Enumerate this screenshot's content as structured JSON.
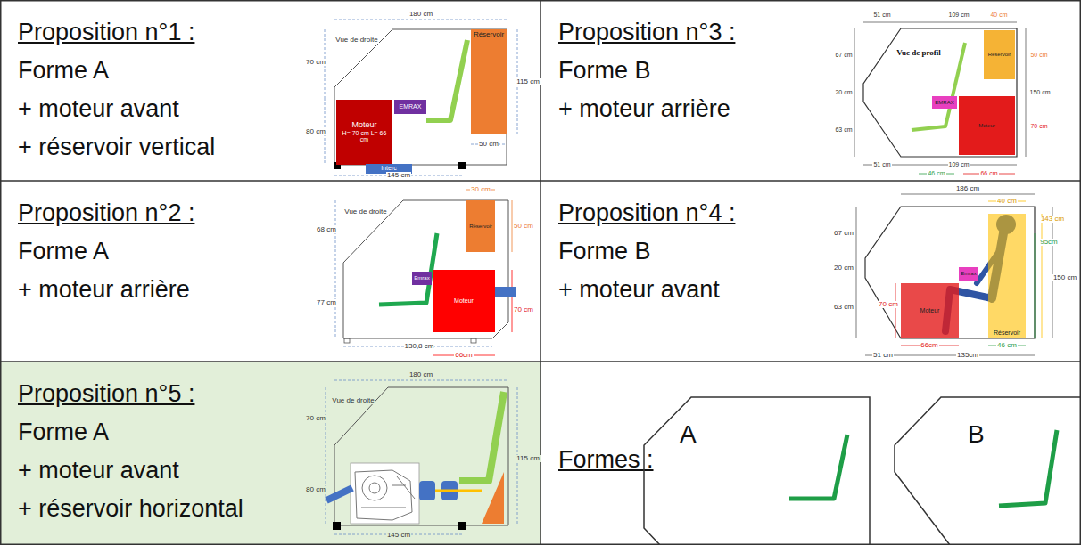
{
  "diagram": {
    "nodes": [
      {
        "text": [
          "Proposition n°1 :",
          "Forme A",
          "+ moteur avant",
          "+ réservoir vertical"
        ]
      },
      {
        "text": [
          "Réservoir"
        ],
        "in": 0
      },
      {
        "text": [
          "Moteur",
          "H= 70 cm L= 66 cm"
        ],
        "in": 0
      },
      {
        "text": [
          "EMRAX"
        ],
        "in": 0
      },
      {
        "text": [
          "Interc"
        ],
        "in": 0
      },
      {
        "text": [
          "Proposition n°3 :",
          "Forme B",
          "+ moteur arrière"
        ]
      },
      {
        "text": [
          "Réservoir"
        ],
        "in": 5
      },
      {
        "text": [
          "EMRAX"
        ],
        "in": 5
      },
      {
        "text": [
          "Moteur"
        ],
        "in": 5
      },
      {
        "text": [
          "Proposition n°2 :",
          "Forme A",
          "+ moteur arrière"
        ]
      },
      {
        "text": [
          "Réservoir"
        ],
        "in": 9
      },
      {
        "text": [
          "Emrax"
        ],
        "in": 9
      },
      {
        "text": [
          "Moteur"
        ],
        "in": 9
      },
      {
        "text": [
          "Proposition n°4 :",
          "Forme B",
          "+ moteur avant"
        ]
      },
      {
        "text": [
          "Réservoir"
        ],
        "in": 13
      },
      {
        "text": [
          "Emrax"
        ],
        "in": 13
      },
      {
        "text": [
          "Moteur"
        ],
        "in": 13
      },
      {
        "text": [
          "Proposition n°5 :",
          "Forme A",
          "+ moteur avant",
          "+ réservoir horizontal"
        ]
      },
      {
        "text": [
          "Formes :"
        ]
      },
      {
        "text": [
          "A"
        ],
        "in": 18
      },
      {
        "text": [
          "B"
        ],
        "in": 18
      }
    ],
    "labels": [
      "Vue de droite",
      "180 cm",
      "70 cm",
      "80 cm",
      "115 cm",
      "50 cm",
      "145 cm",
      "51 cm",
      "109 cm",
      "40 cm",
      "Vue de profil",
      "67 cm",
      "20 cm",
      "63 cm",
      "50 cm",
      "150 cm",
      "70 cm",
      "51 cm",
      "109 cm",
      "46 cm",
      "66 cm",
      "30 cm",
      "Vue de droite",
      "68 cm",
      "50 cm",
      "77 cm",
      "70 cm",
      "130,8 cm",
      "66cm",
      "186 cm",
      "40 cm",
      "143 cm",
      "95cm",
      "150 cm",
      "67 cm",
      "20 cm",
      "63 cm",
      "70 cm",
      "66cm",
      "46 cm",
      "51 cm",
      "135cm",
      "180 cm",
      "Vue de droite",
      "70 cm",
      "80 cm",
      "115 cm",
      "145 cm"
    ]
  }
}
